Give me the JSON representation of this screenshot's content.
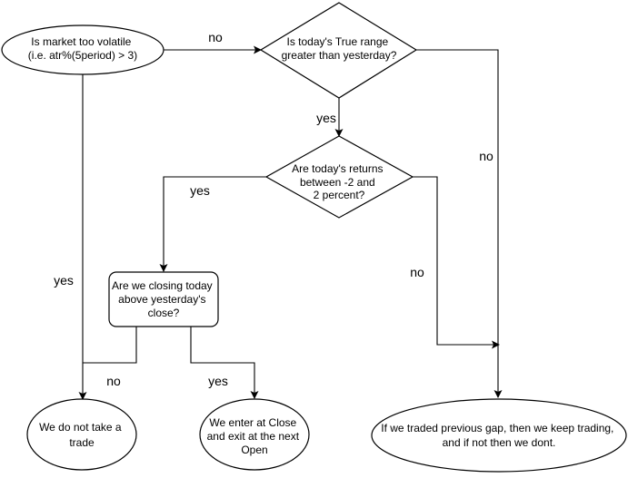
{
  "nodes": {
    "volatile": {
      "lines": [
        "Is market too volatile",
        "(i.e. atr%(5period) > 3)"
      ]
    },
    "true_range": {
      "lines": [
        "Is today's True range",
        "greater than yesterday?"
      ]
    },
    "returns": {
      "lines": [
        "Are today's returns",
        "between -2 and",
        "2 percent?"
      ]
    },
    "closing": {
      "lines": [
        "Are we closing today",
        "above yesterday's",
        "close?"
      ]
    },
    "no_trade": {
      "lines": [
        "We do not take a",
        "trade"
      ]
    },
    "enter": {
      "lines": [
        "We enter at Close",
        "and exit at the next",
        "Open"
      ]
    },
    "previous_gap": {
      "lines": [
        "If we traded previous gap, then we keep trading,",
        "and if not then we dont."
      ]
    }
  },
  "edges": {
    "volatile_no": "no",
    "true_range_yes": "yes",
    "true_range_no": "no",
    "returns_yes": "yes",
    "returns_no": "no",
    "volatile_yes": "yes",
    "closing_no": "no",
    "closing_yes": "yes"
  }
}
